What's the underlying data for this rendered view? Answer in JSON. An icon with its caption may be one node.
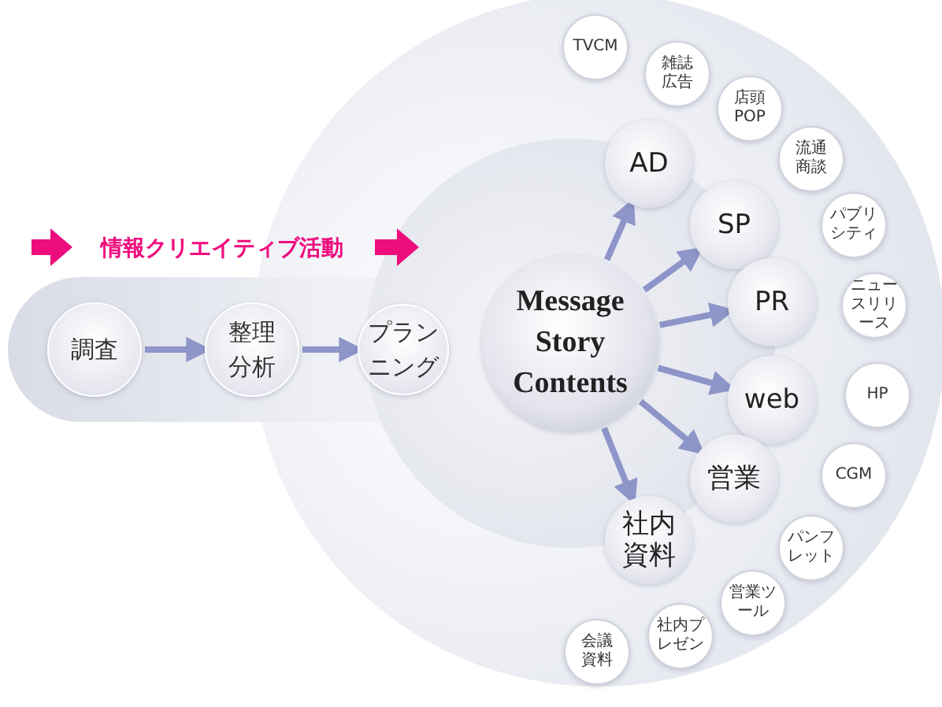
{
  "diagram": {
    "nodes": [
      {
        "text": [
          "調査"
        ]
      },
      {
        "text": [
          "整理分析"
        ]
      },
      {
        "text": [
          "プランニング"
        ]
      },
      {
        "text": [
          "Message Story Contents"
        ]
      },
      {
        "text": [
          "AD"
        ]
      },
      {
        "text": [
          "SP"
        ]
      },
      {
        "text": [
          "PR"
        ]
      },
      {
        "text": [
          "web"
        ]
      },
      {
        "text": [
          "営業"
        ]
      },
      {
        "text": [
          "社内資料"
        ]
      },
      {
        "text": [
          "TVCM"
        ]
      },
      {
        "text": [
          "雑誌広告"
        ]
      },
      {
        "text": [
          "店頭POP"
        ]
      },
      {
        "text": [
          "流通商談"
        ]
      },
      {
        "text": [
          "パブリシティ"
        ]
      },
      {
        "text": [
          "ニュースリリース"
        ]
      },
      {
        "text": [
          "HP"
        ]
      },
      {
        "text": [
          "CGM"
        ]
      },
      {
        "text": [
          "パンフレット"
        ]
      },
      {
        "text": [
          "営業ツール"
        ]
      },
      {
        "text": [
          "社内プレゼン"
        ]
      },
      {
        "text": [
          "会議資料"
        ]
      }
    ],
    "edges": [
      {
        "from": 0,
        "to": 1,
        "arrow": "to"
      },
      {
        "from": 1,
        "to": 2,
        "arrow": "to"
      },
      {
        "from": 3,
        "to": 4,
        "arrow": "to"
      },
      {
        "from": 3,
        "to": 5,
        "arrow": "to"
      },
      {
        "from": 3,
        "to": 6,
        "arrow": "to"
      },
      {
        "from": 3,
        "to": 7,
        "arrow": "to"
      },
      {
        "from": 3,
        "to": 8,
        "arrow": "to"
      },
      {
        "from": 3,
        "to": 9,
        "arrow": "to"
      }
    ],
    "labels": [
      "情報クリエイティブ活動"
    ]
  }
}
